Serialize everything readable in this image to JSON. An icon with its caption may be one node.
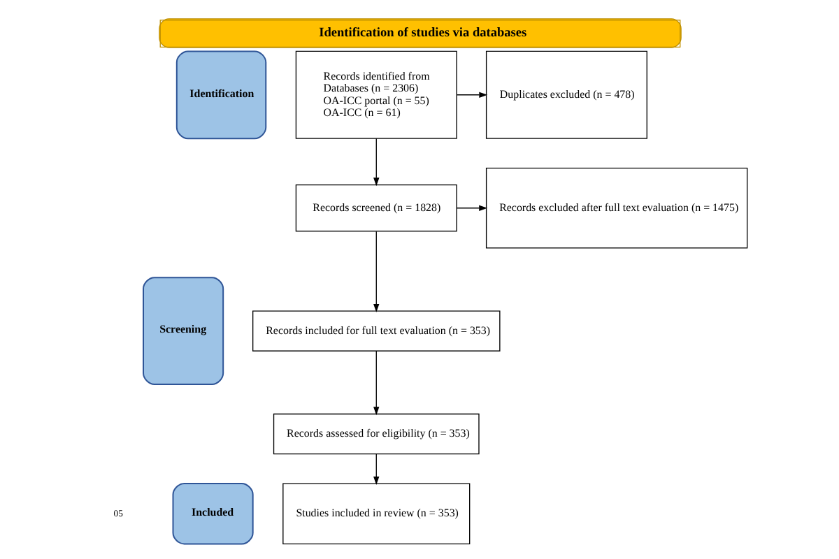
{
  "diagram": {
    "title": "Identification of studies via databases",
    "nodes": [
      {
        "text": [
          "Identification"
        ]
      },
      {
        "text": [
          "Records identified from",
          "Databases (n = 2306)",
          "OA-ICC portal (n = 55)",
          "OA-ICC (n = 61)"
        ]
      },
      {
        "text": [
          "Duplicates excluded (n = 478)"
        ]
      },
      {
        "text": [
          "Screening"
        ]
      },
      {
        "text": [
          "Records screened (n = 1828)"
        ]
      },
      {
        "text": [
          "Records excluded after full text evaluation (n = 1475)"
        ]
      },
      {
        "text": [
          "Records included for full text evaluation (n = 353)"
        ]
      },
      {
        "text": [
          "Records assessed for eligibility (n = 353)"
        ]
      },
      {
        "text": [
          "Included"
        ]
      },
      {
        "text": [
          "Studies included in review (n = 353)"
        ]
      }
    ],
    "edges": [
      {
        "from": 1,
        "to": 2,
        "arrow": "to"
      },
      {
        "from": 1,
        "to": 4,
        "arrow": "to"
      },
      {
        "from": 4,
        "to": 5,
        "arrow": "to"
      },
      {
        "from": 4,
        "to": 6,
        "arrow": "to"
      },
      {
        "from": 6,
        "to": 7,
        "arrow": "to"
      },
      {
        "from": 7,
        "to": 9,
        "arrow": "to"
      }
    ],
    "labels": [
      "05"
    ]
  }
}
